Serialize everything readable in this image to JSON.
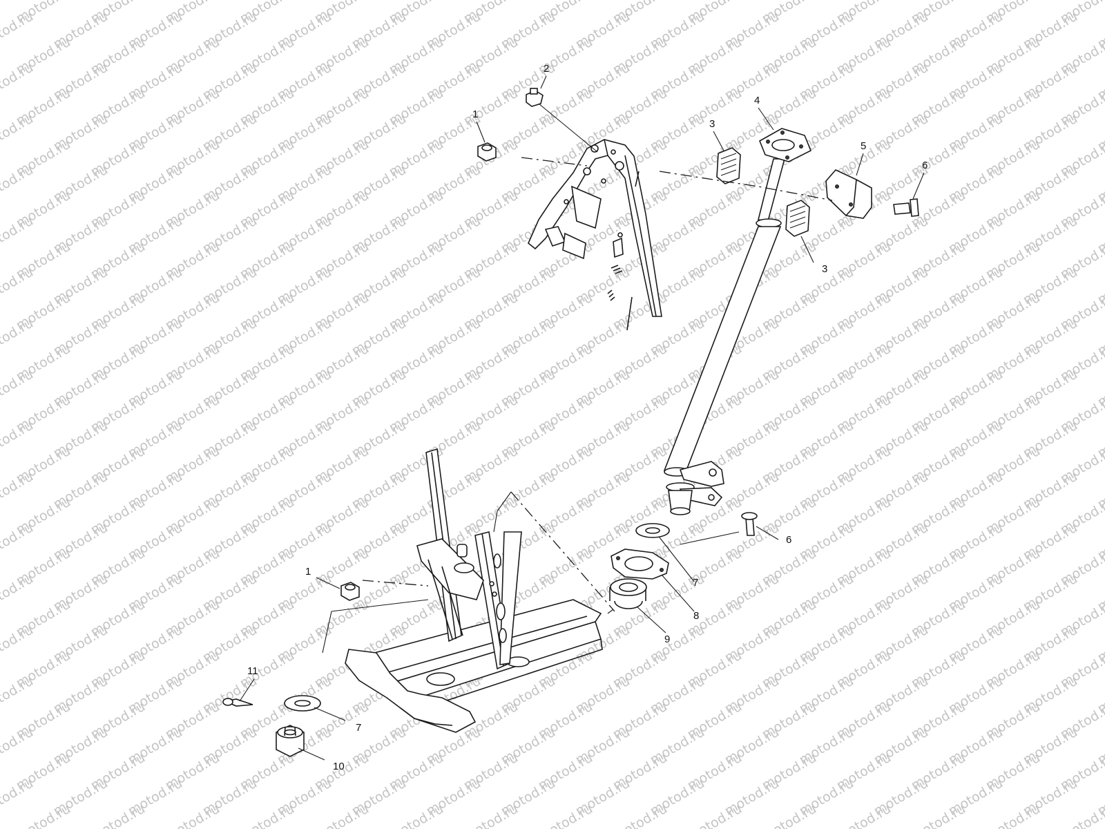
{
  "watermark": "motod.ru",
  "callouts": {
    "c1_top": "1",
    "c2": "2",
    "c3_top": "3",
    "c3_bottom": "3",
    "c4": "4",
    "c5": "5",
    "c6_top": "6",
    "c6_bottom": "6",
    "c7_right": "7",
    "c7_left": "7",
    "c8": "8",
    "c9": "9",
    "c1_bottom": "1",
    "c10": "10",
    "c11": "11"
  }
}
